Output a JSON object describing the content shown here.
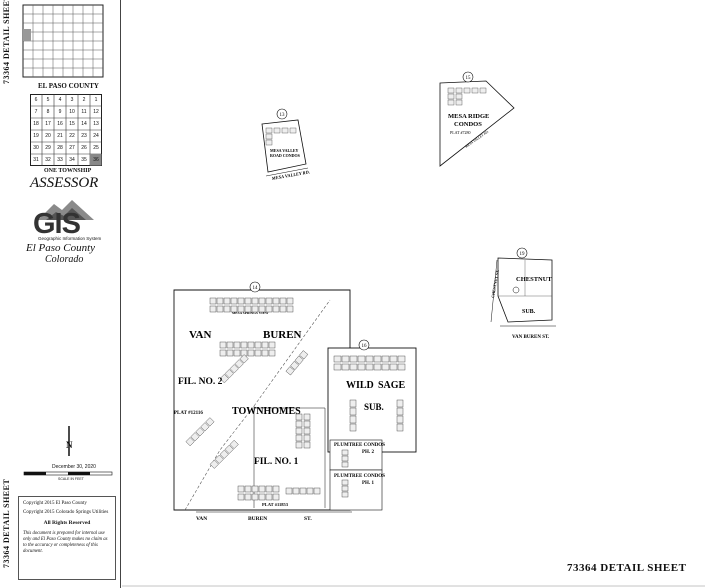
{
  "sidebar": {
    "detail_sheet_top": "73364 DETAIL SHEET",
    "detail_sheet_bottom": "73364 DETAIL SHEET",
    "county_label": "EL PASO COUNTY",
    "township_label": "ONE TOWNSHIP",
    "township_sections": [
      "6",
      "5",
      "4",
      "3",
      "2",
      "1",
      "7",
      "8",
      "9",
      "10",
      "11",
      "12",
      "18",
      "17",
      "16",
      "15",
      "14",
      "13",
      "19",
      "20",
      "21",
      "22",
      "23",
      "24",
      "30",
      "29",
      "28",
      "27",
      "26",
      "25",
      "31",
      "32",
      "33",
      "34",
      "35",
      "36"
    ],
    "assessor": "ASSESSOR",
    "gis_logo": "GIS",
    "gis_subtitle": "Geographic Information System",
    "county_name": "El Paso County",
    "state_name": "Colorado",
    "north_arrow": "N",
    "date": "December 30, 2020",
    "scale_label": "SCALE IN FEET",
    "copyright_1": "Copyright 2015   El Paso County",
    "copyright_2": "Copyright 2015   Colorado Springs Utilities",
    "rights": "All Rights Reserved",
    "disclaimer": "This document is prepared for internal use only and El Paso County makes no claim as to the accuracy or completeness of this document."
  },
  "map": {
    "sheet_title": "73364 DETAIL SHEET",
    "parcels": {
      "mesa_valley": {
        "id": "13",
        "name_1": "MESA VALLEY",
        "name_2": "ROAD CONDOS",
        "road": "MESA VALLEY RD."
      },
      "mesa_ridge": {
        "id": "15",
        "name_1": "MESA RIDGE",
        "name_2": "CONDOS",
        "plat": "PLAT #7280",
        "road": "MESA VALLEY RD."
      },
      "chestnut": {
        "id": "19",
        "name_1": "CHESTNUT",
        "name_2": "SUB.",
        "road_1": "CHESTNUT ST.",
        "road_2": "VAN BUREN ST."
      },
      "van_buren": {
        "id": "14",
        "word_1": "VAN",
        "word_2": "BUREN",
        "fil_2": "FIL. NO. 2",
        "plat_1": "PLAT #12116",
        "townhomes": "TOWNHOMES",
        "fil_1": "FIL. NO. 1",
        "plat_2": "PLAT #11853",
        "street_1": "VAN",
        "street_2": "BUREN",
        "street_3": "ST.",
        "inner_road": "MESA SPRINGS VIEW"
      },
      "wild_sage": {
        "id": "16",
        "word_1": "WILD",
        "word_2": "SAGE",
        "word_3": "SUB.",
        "plumtree_1": "PLUMTREE CONDOS",
        "ph_2": "PH. 2",
        "plumtree_2": "PLUMTREE CONDOS",
        "ph_1": "PH. 1"
      }
    }
  }
}
